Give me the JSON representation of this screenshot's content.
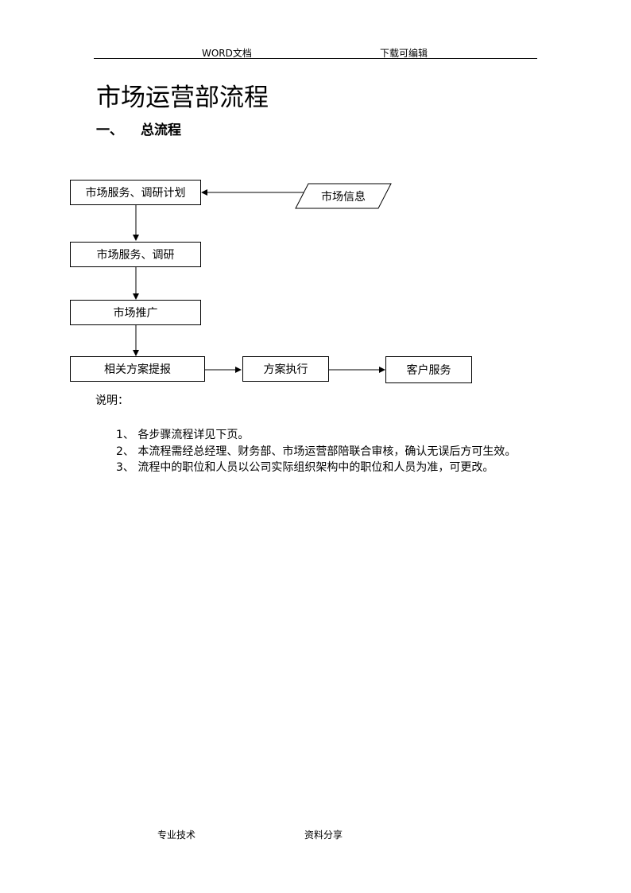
{
  "header": {
    "left": "WORD文档",
    "right": "下载可编辑"
  },
  "title": "市场运营部流程",
  "section": {
    "number": "一、",
    "text": "总流程"
  },
  "flowchart": {
    "nodes": {
      "plan": "市场服务、调研计划",
      "info": "市场信息",
      "research": "市场服务、调研",
      "promotion": "市场推广",
      "proposal": "相关方案提报",
      "execution": "方案执行",
      "service": "客户服务"
    }
  },
  "notes": {
    "heading": "说明：",
    "items": [
      "1、 各步骤流程详见下页。",
      "2、 本流程需经总经理、财务部、市场运营部陪联合审核，确认无误后方可生效。",
      "3、 流程中的职位和人员以公司实际组织架构中的职位和人员为准，可更改。"
    ]
  },
  "footer": {
    "left": "专业技术",
    "right": "资料分享"
  }
}
